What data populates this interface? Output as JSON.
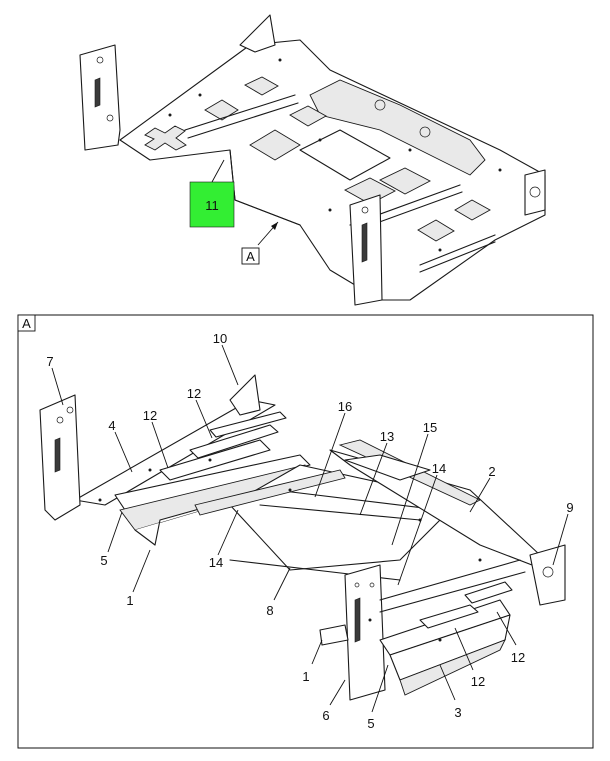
{
  "top_view": {
    "highlight_label": "11",
    "highlight_color": "#33ee33",
    "view_label": "A"
  },
  "detail_view": {
    "frame_label": "A",
    "callouts": [
      "10",
      "7",
      "12",
      "12",
      "16",
      "13",
      "15",
      "4",
      "14",
      "2",
      "9",
      "5",
      "1",
      "14",
      "8",
      "12",
      "1",
      "12",
      "6",
      "5",
      "3"
    ]
  }
}
